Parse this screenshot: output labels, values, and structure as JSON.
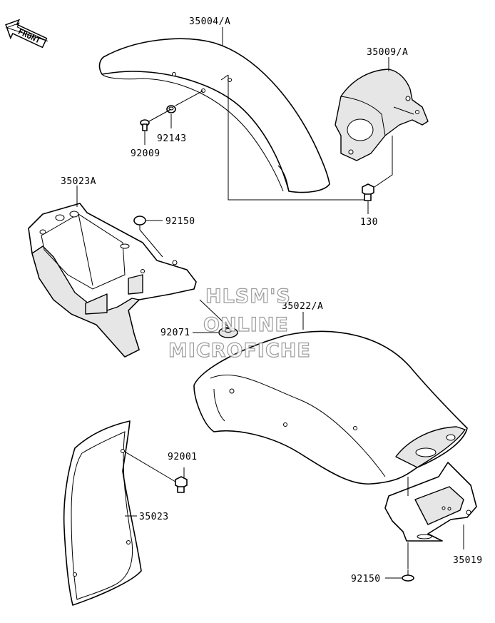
{
  "front_indicator": "FRONT",
  "watermark": {
    "line1": "HLSM'S",
    "line2": "ONLINE",
    "line3": "MICROFICHE"
  },
  "parts": [
    {
      "id": "p35004A",
      "label": "35004/A",
      "name": "front-fender"
    },
    {
      "id": "p35009A",
      "label": "35009/A",
      "name": "fender-bracket"
    },
    {
      "id": "p92143",
      "label": "92143",
      "name": "collar"
    },
    {
      "id": "p92009",
      "label": "92009",
      "name": "screw"
    },
    {
      "id": "p130",
      "label": "130",
      "name": "bolt"
    },
    {
      "id": "p35023A",
      "label": "35023A",
      "name": "rear-fender-inner"
    },
    {
      "id": "p92150a",
      "label": "92150",
      "name": "rivet-upper"
    },
    {
      "id": "p35022A",
      "label": "35022/A",
      "name": "rear-fender"
    },
    {
      "id": "p92071",
      "label": "92071",
      "name": "grommet"
    },
    {
      "id": "p92001",
      "label": "92001",
      "name": "bolt-flanged"
    },
    {
      "id": "p35023",
      "label": "35023",
      "name": "mud-guard"
    },
    {
      "id": "p35019",
      "label": "35019",
      "name": "license-bracket"
    },
    {
      "id": "p92150b",
      "label": "92150",
      "name": "rivet-lower"
    }
  ]
}
